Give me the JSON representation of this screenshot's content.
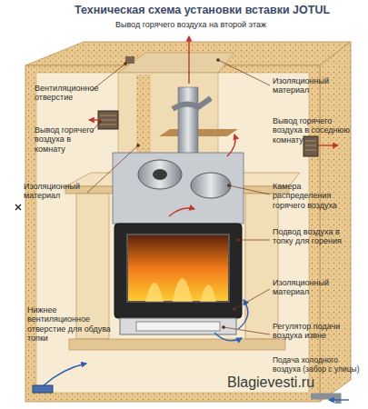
{
  "diagram": {
    "title": "Техническая схема установки вставки JOTUL",
    "labels": [
      "Вывод горячего воздуха на второй этаж",
      "Вентиляционное отверстие",
      "Вывод горячего воздуха в комнату",
      "Изоляционный материал",
      "Изоляционный материал",
      "Вывод горячего воздуха в соседнюю комнату",
      "Камера распределения горячего воздуха",
      "Подвод воздуха в топку для горения",
      "Изоляционный материал",
      "Регулятор подачи воздуха извне",
      "Нижнее вентиляционное отверстие для обдува топки",
      "Подача холодного воздуха (забор с улицы)",
      "Blagievesti.ru"
    ]
  }
}
